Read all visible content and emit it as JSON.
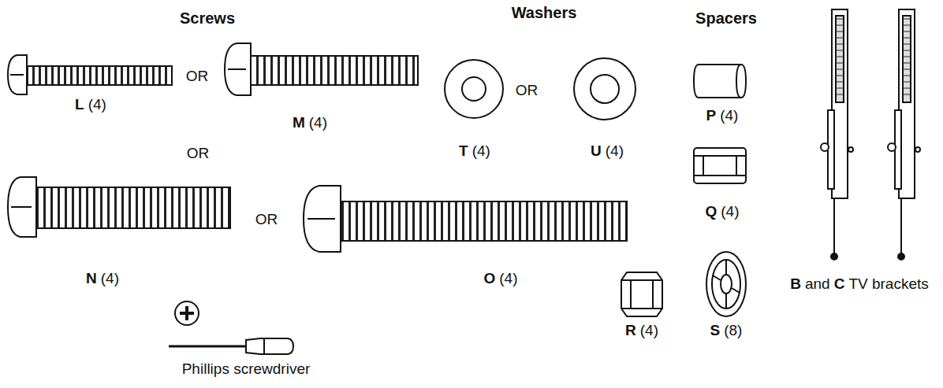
{
  "diagram": {
    "labels": [
      "Screws",
      "Washers",
      "Spacers",
      "L",
      "(4)",
      "OR",
      "M",
      "(4)",
      "T",
      "(4)",
      "OR",
      "U",
      "(4)",
      "P",
      "(4)",
      "OR",
      "Q",
      "(4)",
      "B",
      "and",
      "C",
      "TV brackets",
      "N",
      "(4)",
      "OR",
      "O",
      "(4)",
      "R",
      "(4)",
      "S",
      "(8)",
      "Phillips screwdriver"
    ]
  }
}
